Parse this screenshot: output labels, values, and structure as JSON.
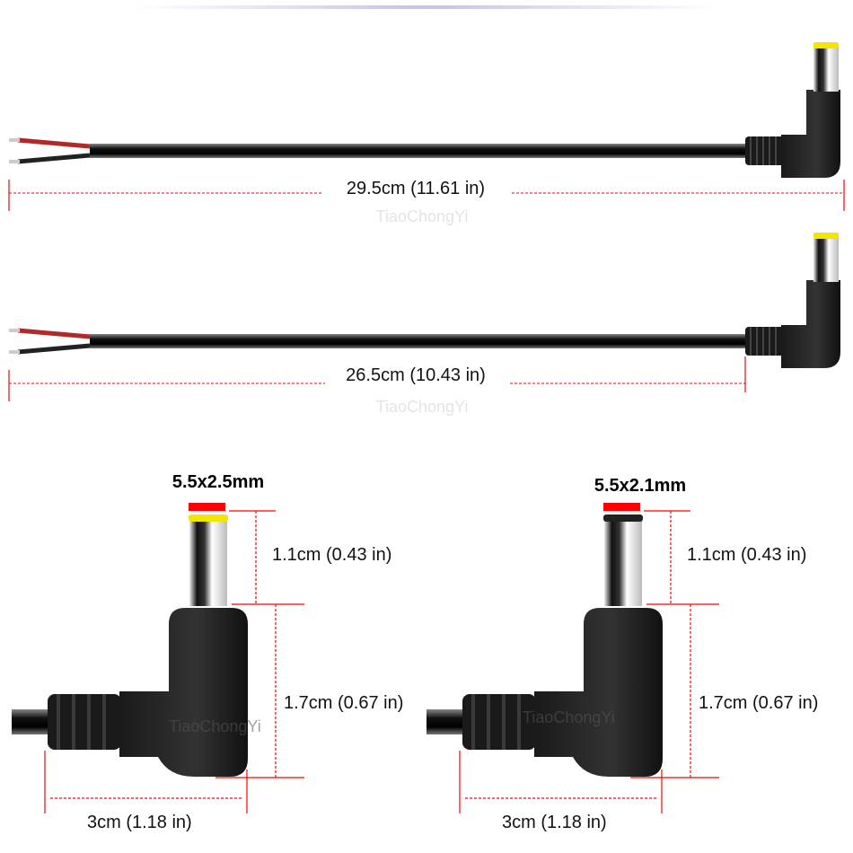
{
  "cables": [
    {
      "length_label": "29.5cm  (11.61 in)",
      "watermark": "TiaoChongYi"
    },
    {
      "length_label": "26.5cm (10.43 in)",
      "watermark": "TiaoChongYi"
    }
  ],
  "connectors": [
    {
      "size_label": "5.5x2.5mm",
      "pin_length": "1.1cm (0.43 in)",
      "body_height": "1.7cm (0.67 in)",
      "width": "3cm (1.18 in)",
      "watermark": "TiaoChongYi",
      "tip_color": "#f2e600"
    },
    {
      "size_label": "5.5x2.1mm",
      "pin_length": "1.1cm (0.43 in)",
      "body_height": "1.7cm (0.67 in)",
      "width": "3cm (1.18 in)",
      "watermark": "TiaoChongYi",
      "tip_color": "#222222"
    }
  ],
  "colors": {
    "dimension_line": "#ff0000",
    "marker": "#ff0000",
    "red_wire": "#b02a2a",
    "cable": "#111111"
  }
}
